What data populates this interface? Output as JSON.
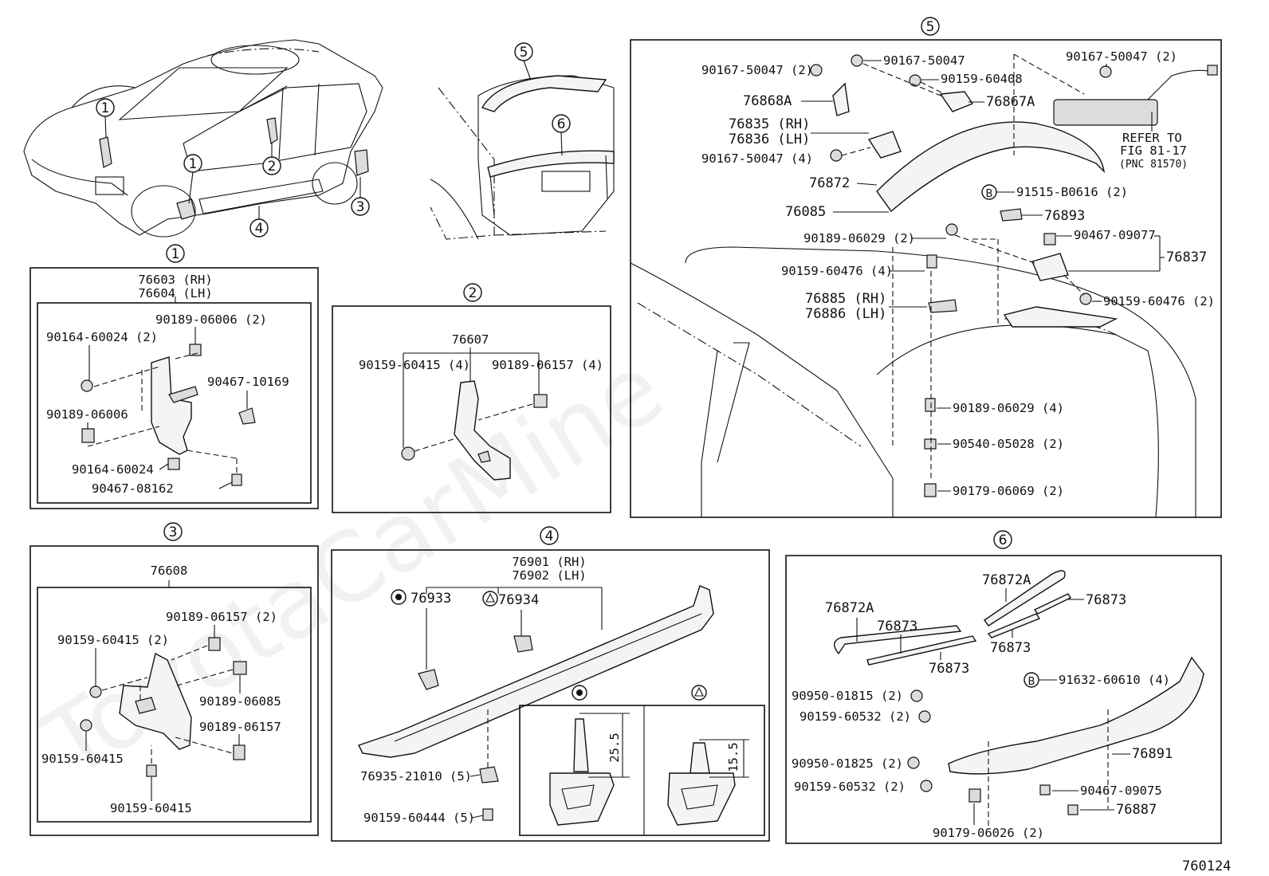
{
  "diagram_code": "760124",
  "watermark": "ToyotaCarMine",
  "overview": {
    "car_callouts": [
      "1",
      "2",
      "3",
      "4",
      "1"
    ],
    "rear_callouts": [
      "5",
      "6"
    ]
  },
  "section1": {
    "title": "1",
    "header": [
      "76603 (RH)",
      "76604 (LH)"
    ],
    "labels": [
      "90189-06006 (2)",
      "90164-60024 (2)",
      "90467-10169",
      "90189-06006",
      "90164-60024",
      "90467-08162"
    ]
  },
  "section2": {
    "title": "2",
    "header": "76607",
    "labels": [
      "90159-60415 (4)",
      "90189-06157 (4)"
    ]
  },
  "section3": {
    "title": "3",
    "header": "76608",
    "labels": [
      "90189-06157 (2)",
      "90159-60415 (2)",
      "90189-06085",
      "90189-06157",
      "90159-60415",
      "90159-60415"
    ]
  },
  "section4": {
    "title": "4",
    "header": [
      "76901 (RH)",
      "76902 (LH)"
    ],
    "labels": [
      "76933",
      "76934",
      "76935-21010 (5)",
      "90159-60444 (5)"
    ],
    "dim_a": "25.5",
    "dim_b": "15.5"
  },
  "section5": {
    "title": "5",
    "labels": [
      "90167-50047 (2)",
      "90167-50047",
      "90159-60408",
      "76868A",
      "76867A",
      "90167-50047 (2)",
      "76835 (RH)",
      "76836 (LH)",
      "90167-50047 (4)",
      "76872",
      "91515-B0616 (2)",
      "76085",
      "76893",
      "90189-06029 (2)",
      "90467-09077",
      "76837",
      "90159-60476 (4)",
      "90159-60476 (2)",
      "76885 (RH)",
      "76886 (LH)",
      "90189-06029 (4)",
      "90540-05028 (2)",
      "90179-06069 (2)"
    ],
    "refer": [
      "REFER TO",
      "FIG 81-17",
      "(PNC 81570)"
    ],
    "b_marker": "B"
  },
  "section6": {
    "title": "6",
    "labels": [
      "76872A",
      "76873",
      "76872A",
      "76873",
      "76873",
      "76873",
      "91632-60610 (4)",
      "90950-01815 (2)",
      "90159-60532 (2)",
      "76891",
      "90950-01825 (2)",
      "90159-60532 (2)",
      "90467-09075",
      "76887",
      "90179-06026 (2)"
    ],
    "b_marker": "B"
  }
}
